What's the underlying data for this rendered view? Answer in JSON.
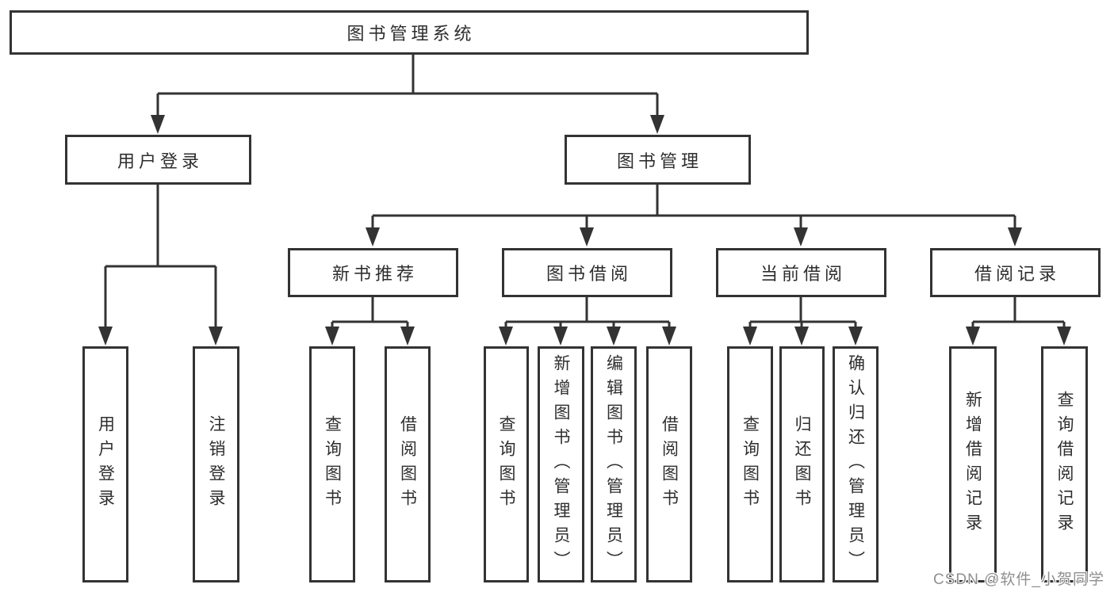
{
  "diagram_type": "functional-structure-tree",
  "hierarchy": {
    "label": "图书管理系统",
    "children": [
      {
        "label": "用户登录",
        "children": [
          {
            "label": "用户登录"
          },
          {
            "label": "注销登录"
          }
        ]
      },
      {
        "label": "图书管理",
        "children": [
          {
            "label": "新书推荐",
            "children": [
              {
                "label": "查询图书"
              },
              {
                "label": "借阅图书"
              }
            ]
          },
          {
            "label": "图书借阅",
            "children": [
              {
                "label": "查询图书"
              },
              {
                "label": "新增图书（管理员）"
              },
              {
                "label": "编辑图书（管理员）"
              },
              {
                "label": "借阅图书"
              }
            ]
          },
          {
            "label": "当前借阅",
            "children": [
              {
                "label": "查询图书"
              },
              {
                "label": "归还图书"
              },
              {
                "label": "确认归还（管理员）"
              }
            ]
          },
          {
            "label": "借阅记录",
            "children": [
              {
                "label": "新增借阅记录"
              },
              {
                "label": "查询借阅记录"
              }
            ]
          }
        ]
      }
    ]
  },
  "watermark": {
    "text": "CSDN @软件_小贺同学"
  },
  "colors": {
    "line": "#333333",
    "box_border": "#333333",
    "text": "#2e2e2e",
    "watermark": "#8f8f8f",
    "background": "#ffffff"
  }
}
